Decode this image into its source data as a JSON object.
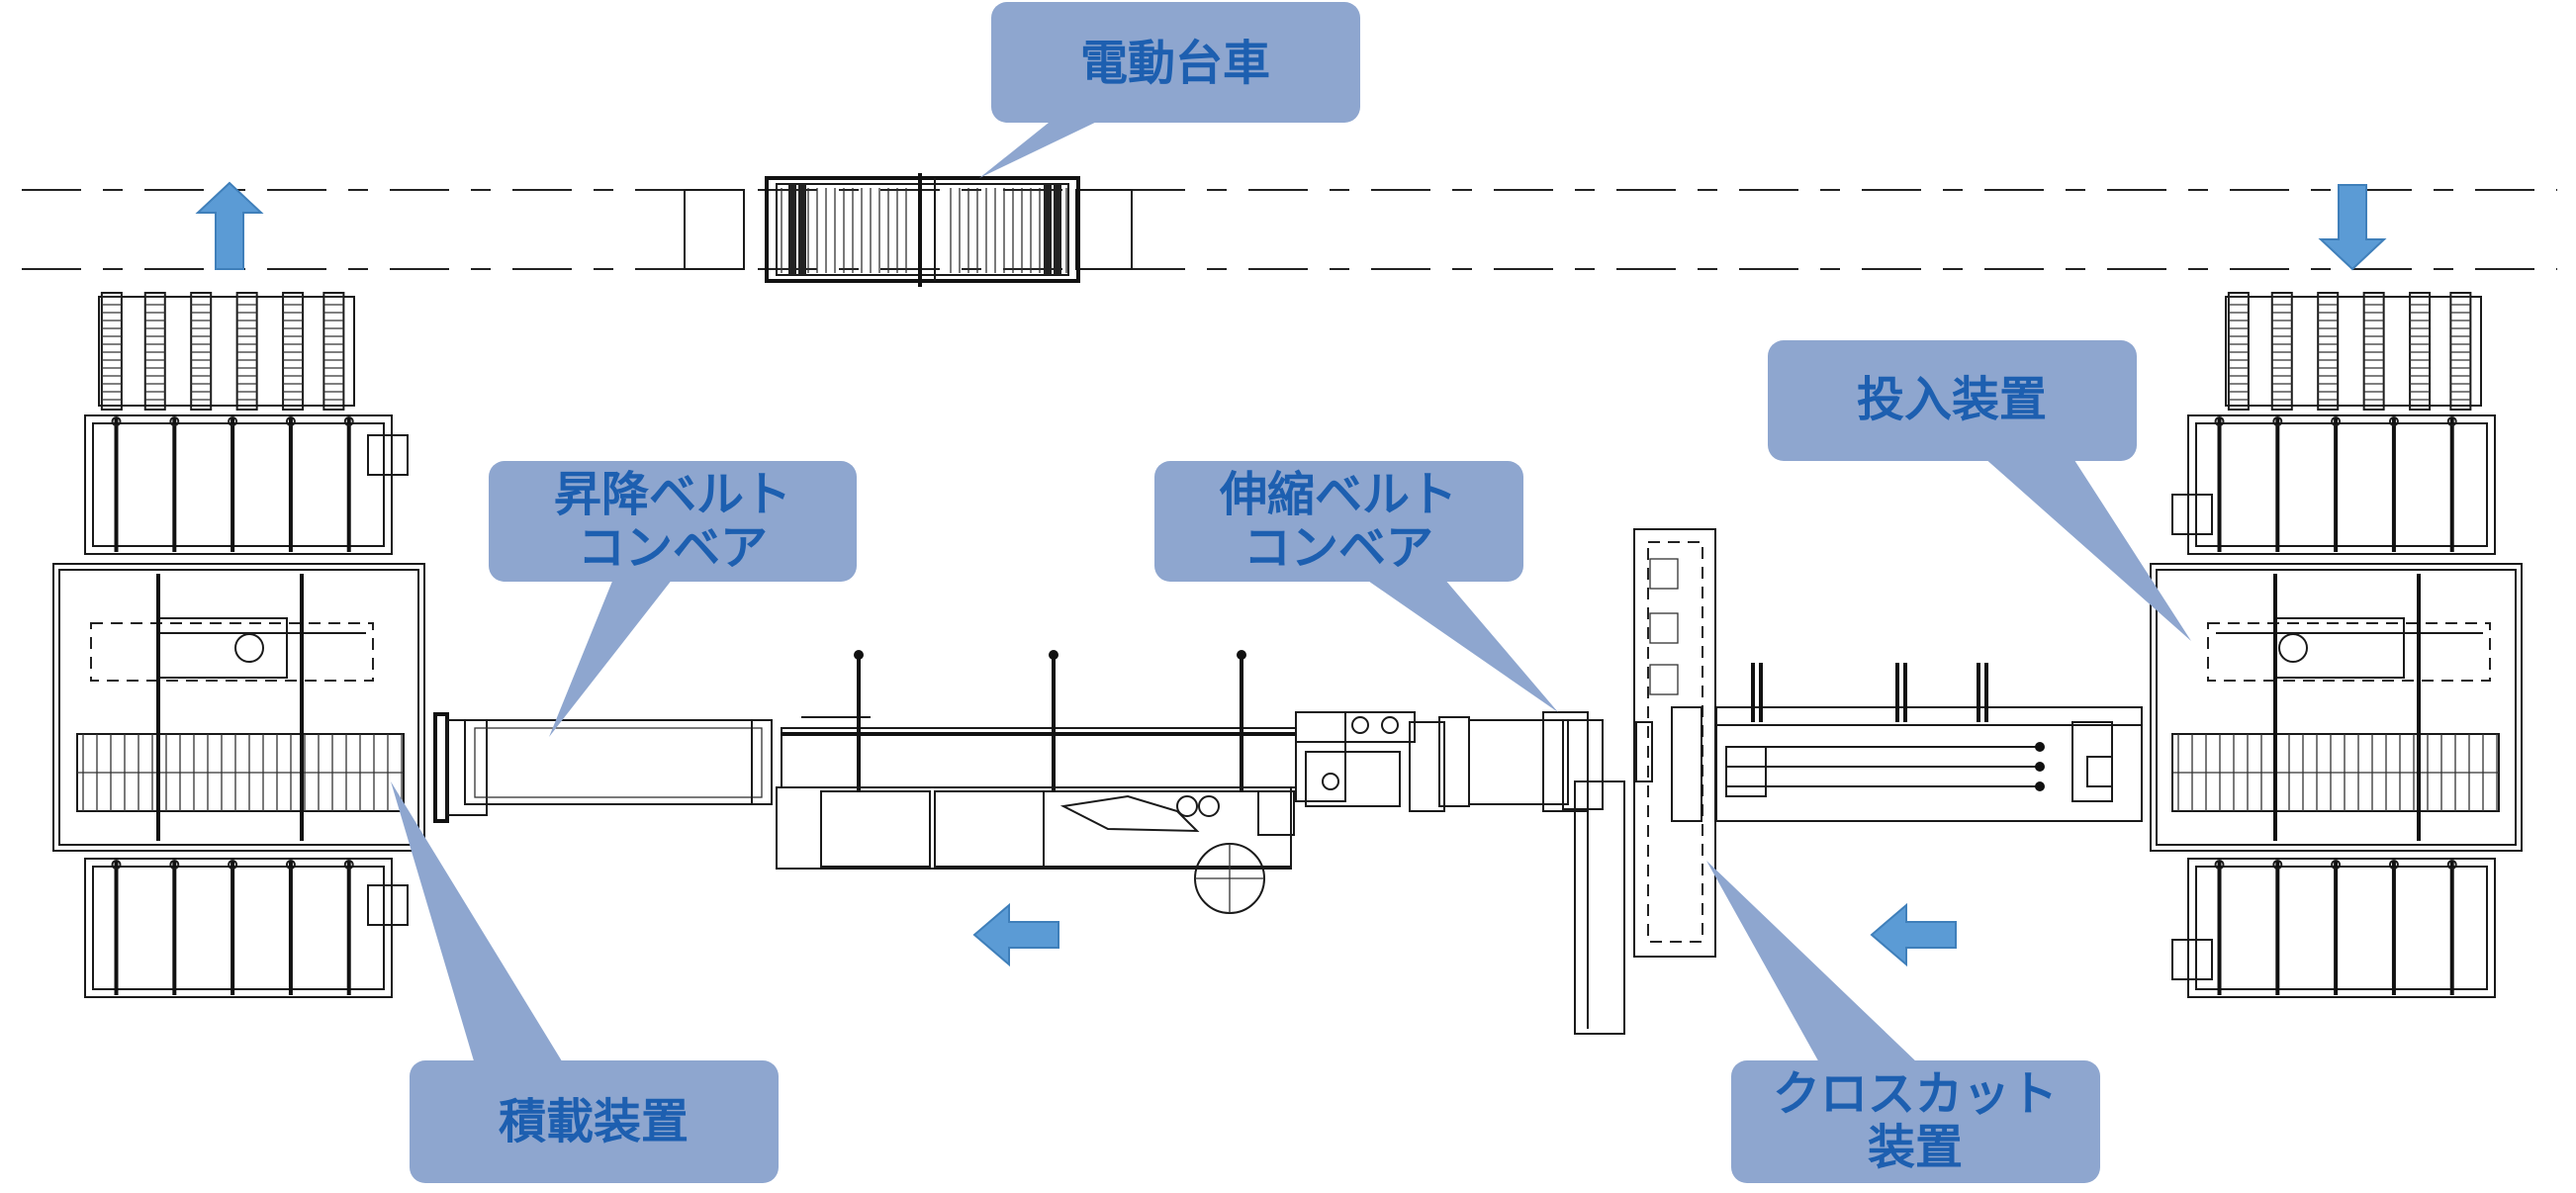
{
  "labels": {
    "electric_cart": "電動台車",
    "feeding_device": "投入装置",
    "lifting_belt_conveyor_line1": "昇降ベルト",
    "lifting_belt_conveyor_line2": "コンベア",
    "telescopic_belt_conveyor_line1": "伸縮ベルト",
    "telescopic_belt_conveyor_line2": "コンベア",
    "loading_device": "積載装置",
    "cross_cut_device_line1": "クロスカット",
    "cross_cut_device_line2": "装置"
  },
  "colors": {
    "callout_fill": "#8ea6cf",
    "callout_text": "#1d5fb0",
    "arrow_fill": "#5b9bd5",
    "line": "#1a1a1a"
  },
  "arrows": [
    "up-arrow",
    "down-arrow",
    "left-arrow-center",
    "left-arrow-right"
  ]
}
